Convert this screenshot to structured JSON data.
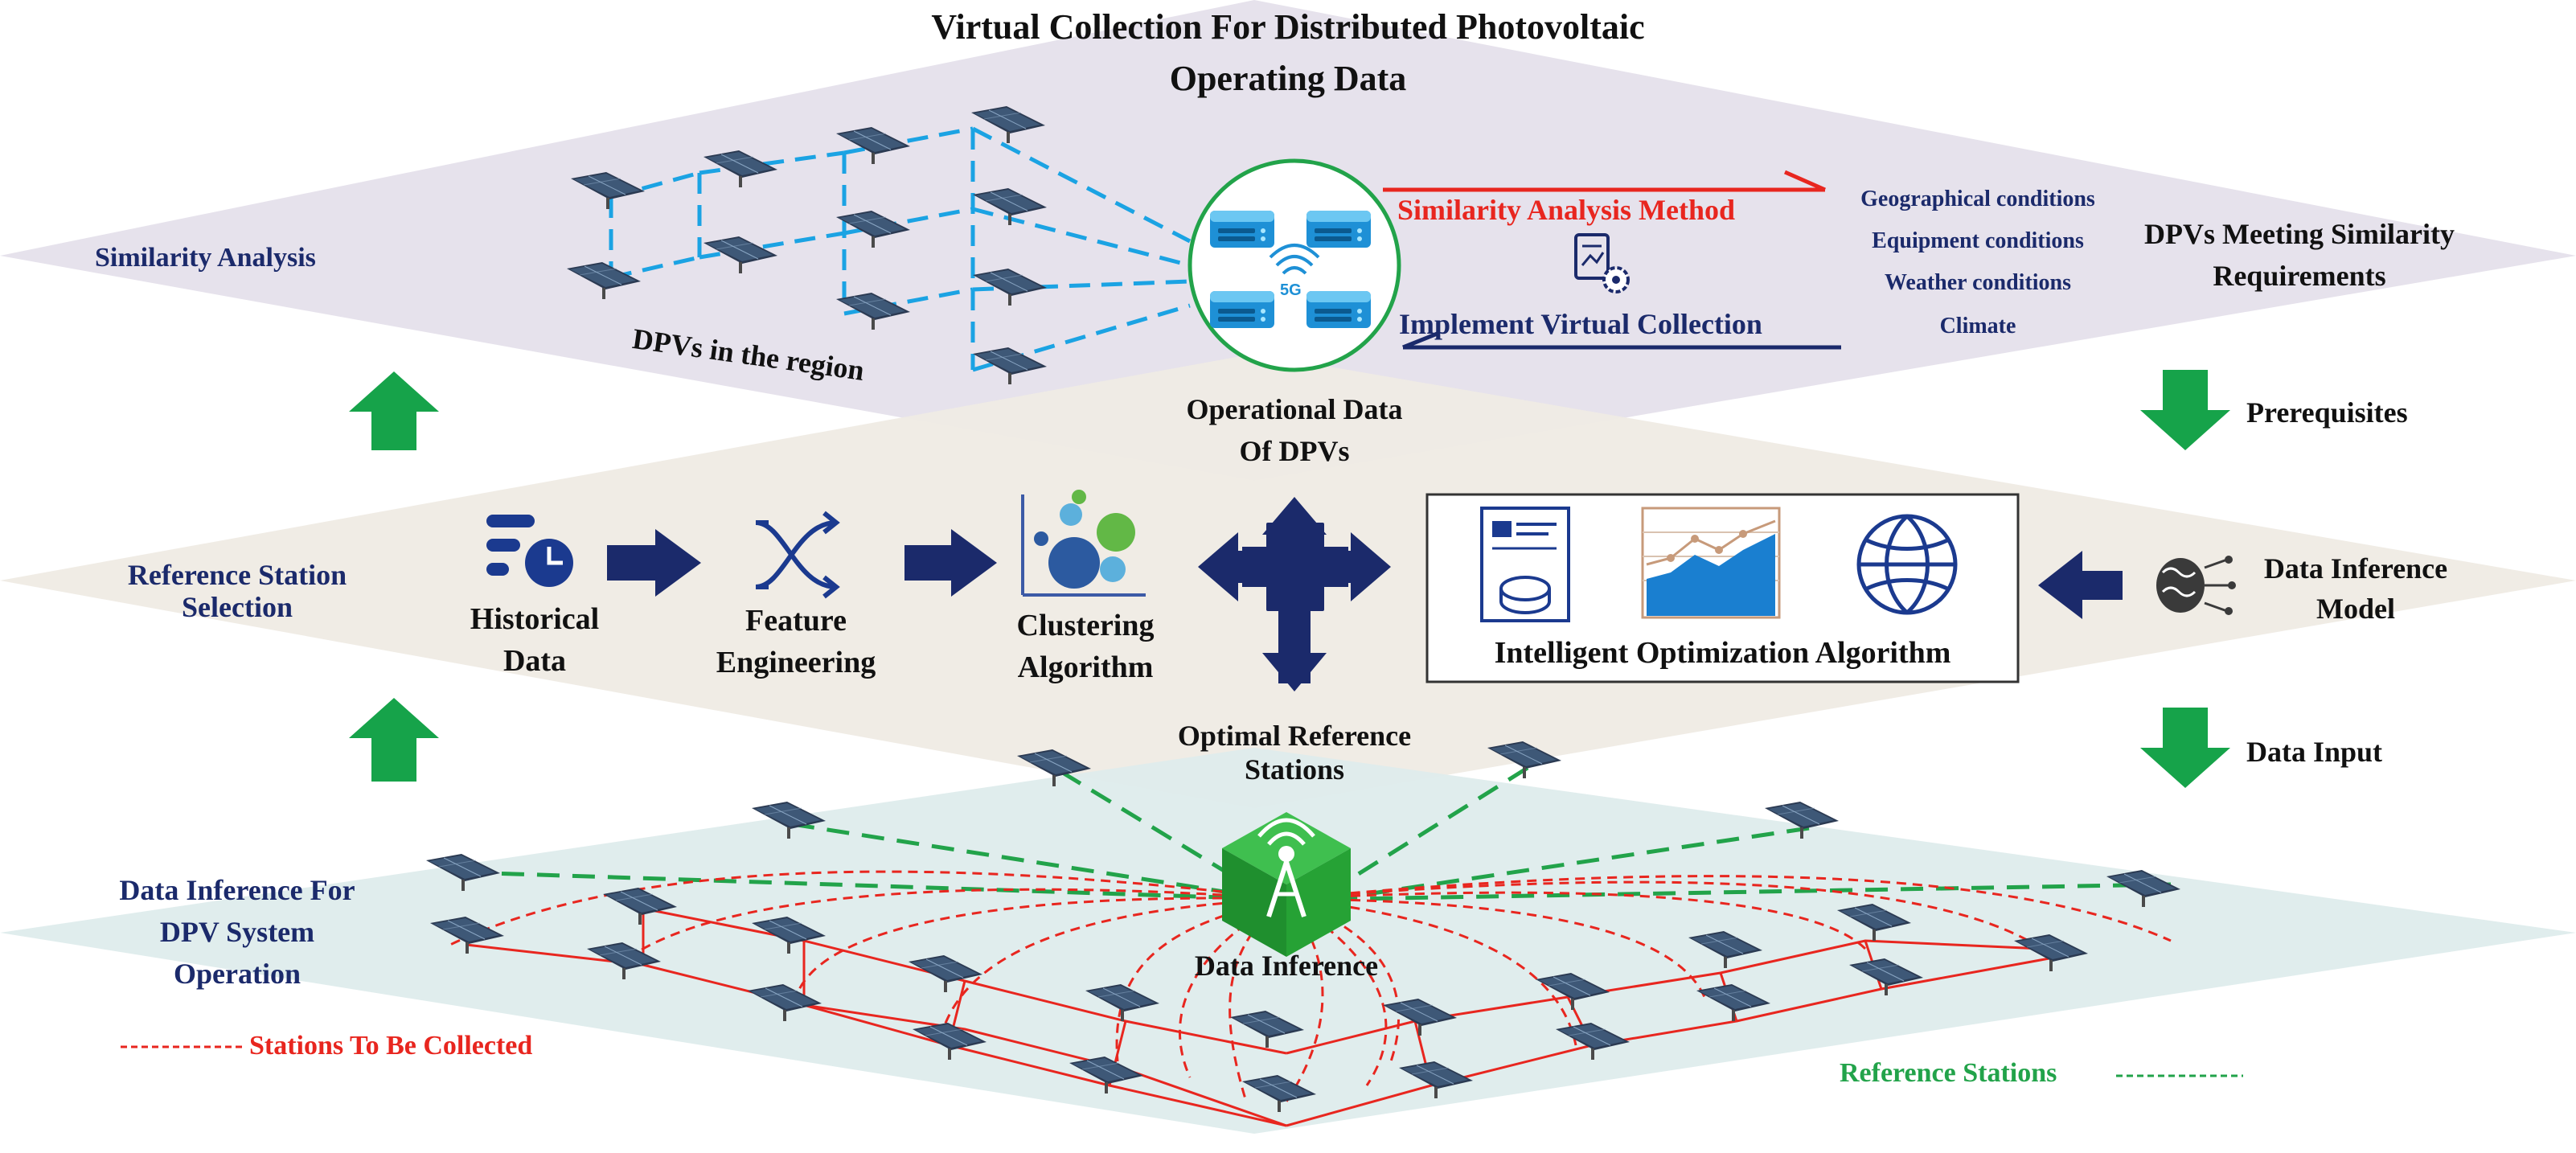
{
  "title": {
    "line1": "Virtual Collection For Distributed Photovoltaic",
    "line2": "Operating Data"
  },
  "top_layer": {
    "side_label": "Similarity Analysis",
    "region_label": "DPVs in the region",
    "server_badge": "5G",
    "method_label": "Similarity Analysis Method",
    "implement_label": "Implement Virtual Collection",
    "conditions": [
      "Geographical conditions",
      "Equipment conditions",
      "Weather conditions",
      "Climate"
    ],
    "requirements_line1": "DPVs Meeting Similarity",
    "requirements_line2": "Requirements",
    "operational_line1": "Operational Data",
    "operational_line2": "Of DPVs"
  },
  "middle_layer": {
    "side_label_line1": "Reference Station",
    "side_label_line2": "Selection",
    "steps": [
      {
        "line1": "Historical",
        "line2": "Data",
        "icon": "historical-data-icon"
      },
      {
        "line1": "Feature",
        "line2": "Engineering",
        "icon": "feature-engineering-icon"
      },
      {
        "line1": "Clustering",
        "line2": "Algorithm",
        "icon": "clustering-icon"
      }
    ],
    "optimization_label": "Intelligent Optimization Algorithm",
    "model_line1": "Data Inference",
    "model_line2": "Model"
  },
  "bottom_layer": {
    "side_label_line1": "Data Inference For",
    "side_label_line2": "DPV System",
    "side_label_line3": "Operation",
    "optimal_line1": "Optimal Reference",
    "optimal_line2": "Stations",
    "tower_label": "Data Inference",
    "legend_collected": "Stations To Be Collected",
    "legend_reference": "Reference Stations"
  },
  "flow_labels": {
    "prerequisites": "Prerequisites",
    "data_input": "Data Input"
  },
  "colors": {
    "top_plane": "#e6e2ec",
    "middle_plane": "#efebe4",
    "bottom_plane": "#deecec",
    "navy": "#1b2a6b",
    "red": "#e8261f",
    "green_arrow": "#16a34a",
    "dashed_blue": "#1ba3e3"
  }
}
